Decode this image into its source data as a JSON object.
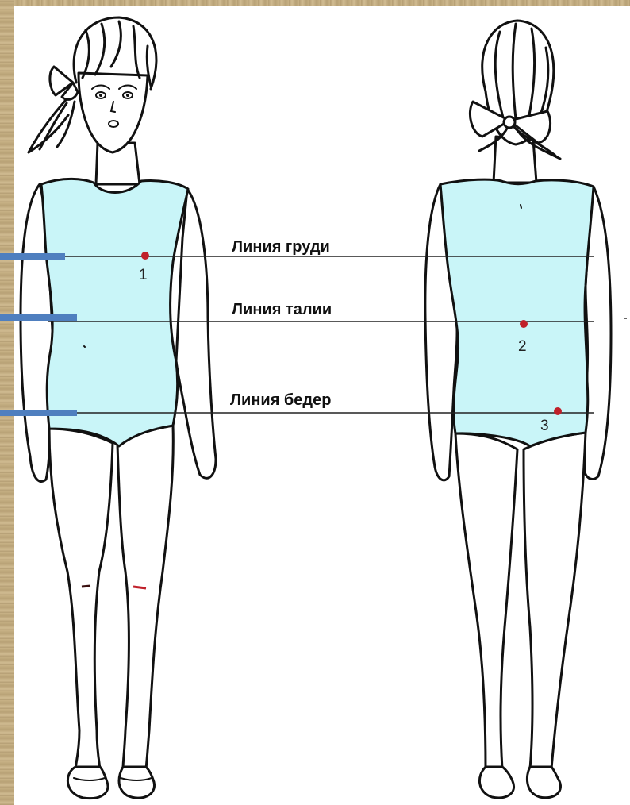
{
  "diagram": {
    "lines": [
      {
        "label": "Линия груди"
      },
      {
        "label": "Линия талии"
      },
      {
        "label": "Линия бедер"
      }
    ],
    "points": [
      {
        "label": "1"
      },
      {
        "label": "2"
      },
      {
        "label": "3"
      }
    ],
    "colors": {
      "bodysuit": "#c9f5f8",
      "marker": "#c0202a",
      "indicator": "#4f7fbf",
      "outline": "#111111",
      "background": "#ffffff",
      "border": "#c8b286"
    }
  }
}
